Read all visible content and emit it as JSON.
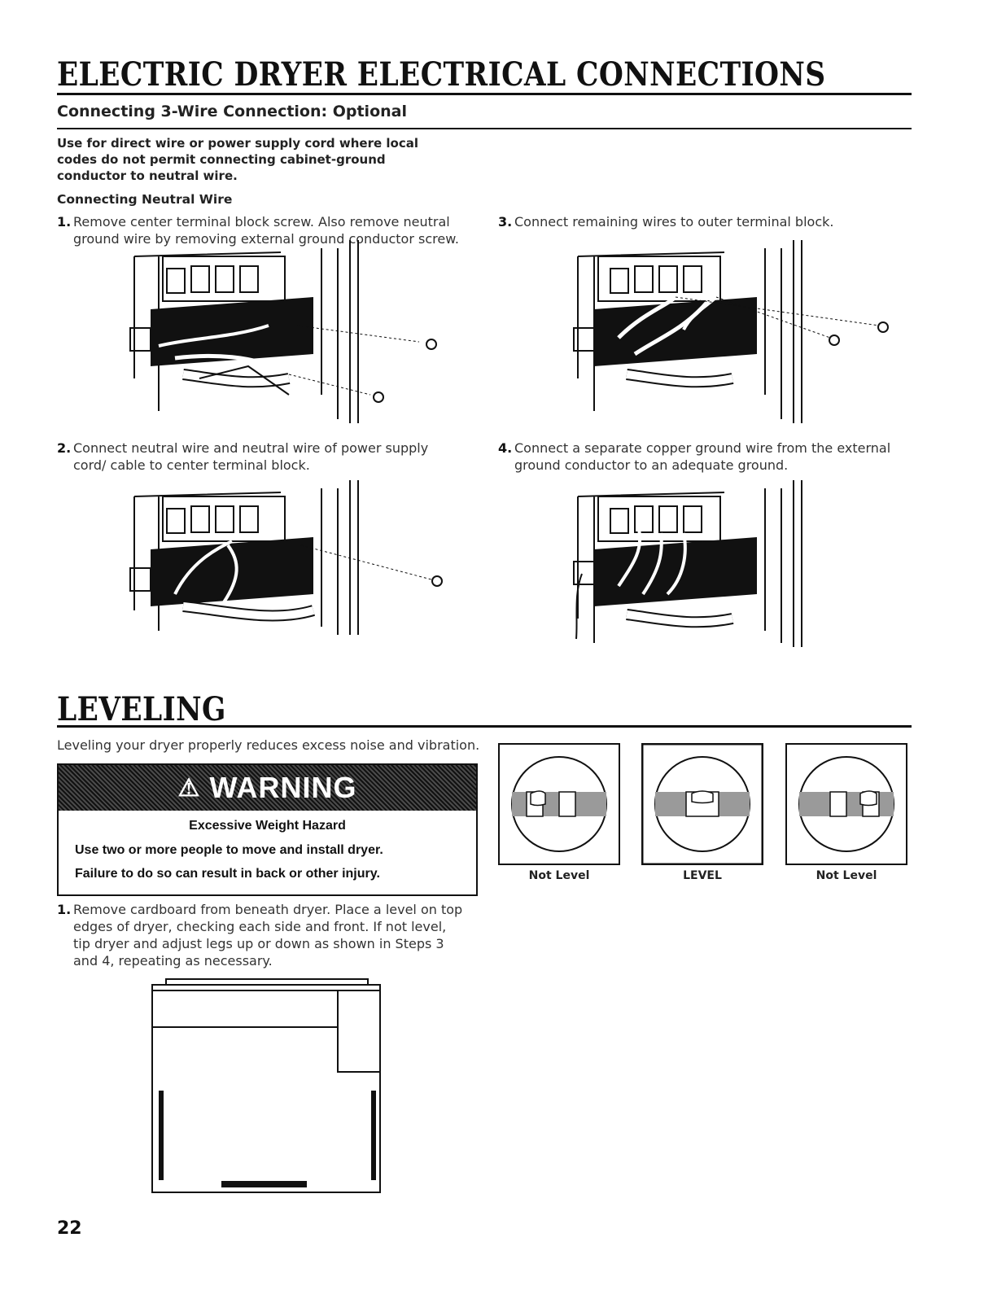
{
  "section1": {
    "title": "ELECTRIC DRYER ELECTRICAL CONNECTIONS",
    "subtitle": "Connecting 3-Wire Connection: Optional",
    "intro": "Use for direct wire or power supply cord where local codes do not permit connecting cabinet-ground conductor to neutral wire.",
    "subheading": "Connecting Neutral Wire",
    "steps": [
      {
        "num": "1.",
        "text": "Remove center terminal block screw. Also remove neutral ground wire by removing external ground conductor screw."
      },
      {
        "num": "2.",
        "text": "Connect neutral wire and neutral wire of power supply cord/ cable to center terminal block."
      },
      {
        "num": "3.",
        "text": "Connect remaining wires to outer terminal block."
      },
      {
        "num": "4.",
        "text": "Connect a separate copper ground wire from the external ground conductor to an adequate ground."
      }
    ]
  },
  "section2": {
    "title": "LEVELING",
    "intro": "Leveling your dryer properly reduces excess noise and vibration.",
    "warning": {
      "icon": "warning-triangle-icon",
      "title": "WARNING",
      "hazard": "Excessive Weight Hazard",
      "line1": "Use two or more people to move and install dryer.",
      "line2": "Failure to do so can result in back or other injury."
    },
    "levels": [
      {
        "label": "Not Level"
      },
      {
        "label": "LEVEL"
      },
      {
        "label": "Not Level"
      }
    ],
    "step1": {
      "num": "1.",
      "text": "Remove cardboard from beneath dryer. Place a level on top edges of dryer, checking each side and front. If not level, tip dryer and adjust legs up or down as shown in Steps 3 and 4, repeating as necessary."
    }
  },
  "page_number": "22"
}
